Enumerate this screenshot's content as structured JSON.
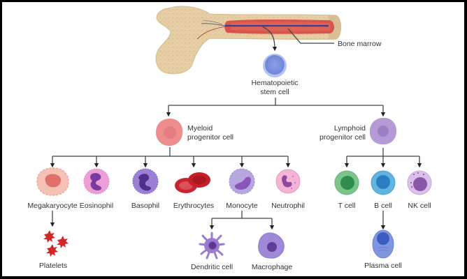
{
  "title": "Hematopoiesis",
  "labels": {
    "bone_marrow": "Bone marrow",
    "stem_cell_line1": "Hematopoietic",
    "stem_cell_line2": "stem cell",
    "myeloid_line1": "Myeloid",
    "myeloid_line2": "progenitor cell",
    "lymphoid_line1": "Lymphoid",
    "lymphoid_line2": "progenitor cell",
    "megakaryocyte": "Megakaryocyte",
    "eosinophil": "Eosinophil",
    "basophil": "Basophil",
    "erythrocytes": "Erythrocytes",
    "monocyte": "Monocyte",
    "neutrophil": "Neutrophil",
    "t_cell": "T cell",
    "b_cell": "B cell",
    "nk_cell": "NK cell",
    "platelets": "Platelets",
    "dendritic_cell": "Dendritic cell",
    "macrophage": "Macrophage",
    "plasma_cell": "Plasma cell"
  },
  "hierarchy": {
    "Bone marrow": [
      "Hematopoietic stem cell"
    ],
    "Hematopoietic stem cell": [
      "Myeloid progenitor cell",
      "Lymphoid progenitor cell"
    ],
    "Myeloid progenitor cell": [
      "Megakaryocyte",
      "Eosinophil",
      "Basophil",
      "Erythrocytes",
      "Monocyte",
      "Neutrophil"
    ],
    "Lymphoid progenitor cell": [
      "T cell",
      "B cell",
      "NK cell"
    ],
    "Megakaryocyte": [
      "Platelets"
    ],
    "Monocyte": [
      "Dendritic cell",
      "Macrophage"
    ],
    "B cell": [
      "Plasma cell"
    ]
  },
  "colors": {
    "bone": "#e8d3ab",
    "bone_edge": "#d9bf8f",
    "marrow": "#d9544a",
    "vessel": "#3b3f8f",
    "stem_cell": "#7f95e0",
    "myeloid": "#ec8e8e",
    "lymphoid": "#b49bd6",
    "t_cell": "#7cc48a",
    "b_cell": "#5fb4e0",
    "nk_cell": "#d9b8e8",
    "erythrocyte": "#c9242f",
    "platelet": "#d32626"
  }
}
